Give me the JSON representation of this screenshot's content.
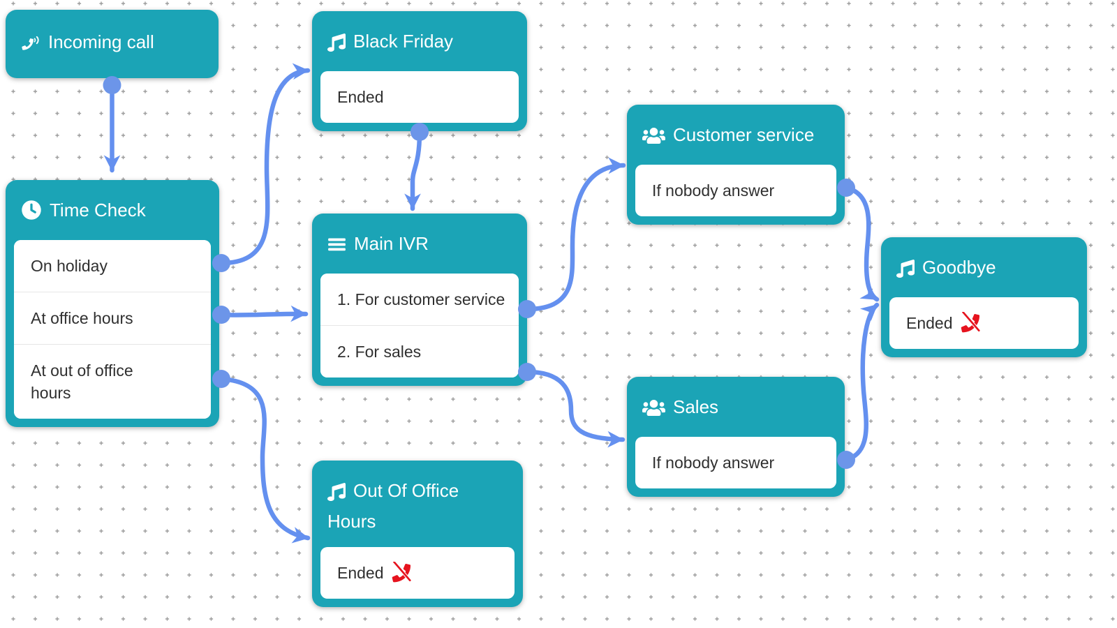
{
  "diagram": {
    "colors": {
      "node_teal": "#1BA4B6",
      "arrow_blue": "#6490EF",
      "port_blue": "#6C95E9",
      "hangup_red": "#E6131E",
      "body_text": "#303030",
      "grid_dot": "#8C8C8C"
    },
    "nodes": [
      {
        "title": "Incoming call",
        "icon": "phone-volume-icon",
        "outputs": []
      },
      {
        "title": "Time Check",
        "icon": "clock-icon",
        "outputs": [
          {
            "label": "On holiday"
          },
          {
            "label": "At office hours"
          },
          {
            "label": "At out of office hours"
          }
        ]
      },
      {
        "title": "Black Friday",
        "icon": "music-note-icon",
        "outputs": [
          {
            "label": "Ended"
          }
        ]
      },
      {
        "title": "Main IVR",
        "icon": "menu-icon",
        "outputs": [
          {
            "label": "1. For customer service"
          },
          {
            "label": "2. For sales"
          }
        ]
      },
      {
        "title": "Customer service",
        "icon": "users-icon",
        "outputs": [
          {
            "label": "If nobody answer"
          }
        ]
      },
      {
        "title": "Sales",
        "icon": "users-icon",
        "outputs": [
          {
            "label": "If nobody answer"
          }
        ]
      },
      {
        "title": "Goodbye",
        "icon": "music-note-icon",
        "outputs": [
          {
            "label": "Ended",
            "hangup": true
          }
        ]
      },
      {
        "title": "Out Of Office Hours",
        "icon": "music-note-icon",
        "outputs": [
          {
            "label": "Ended",
            "hangup": true
          }
        ]
      }
    ],
    "connections": [
      {
        "from": "Incoming call",
        "to": "Time Check"
      },
      {
        "from": "Time Check / On holiday",
        "to": "Black Friday"
      },
      {
        "from": "Time Check / At office hours",
        "to": "Main IVR"
      },
      {
        "from": "Time Check / At out of office hours",
        "to": "Out Of Office Hours"
      },
      {
        "from": "Black Friday / Ended",
        "to": "Main IVR"
      },
      {
        "from": "Main IVR / 1. For customer service",
        "to": "Customer service"
      },
      {
        "from": "Main IVR / 2. For sales",
        "to": "Sales"
      },
      {
        "from": "Customer service / If nobody answer",
        "to": "Goodbye"
      },
      {
        "from": "Sales / If nobody answer",
        "to": "Goodbye"
      }
    ]
  }
}
